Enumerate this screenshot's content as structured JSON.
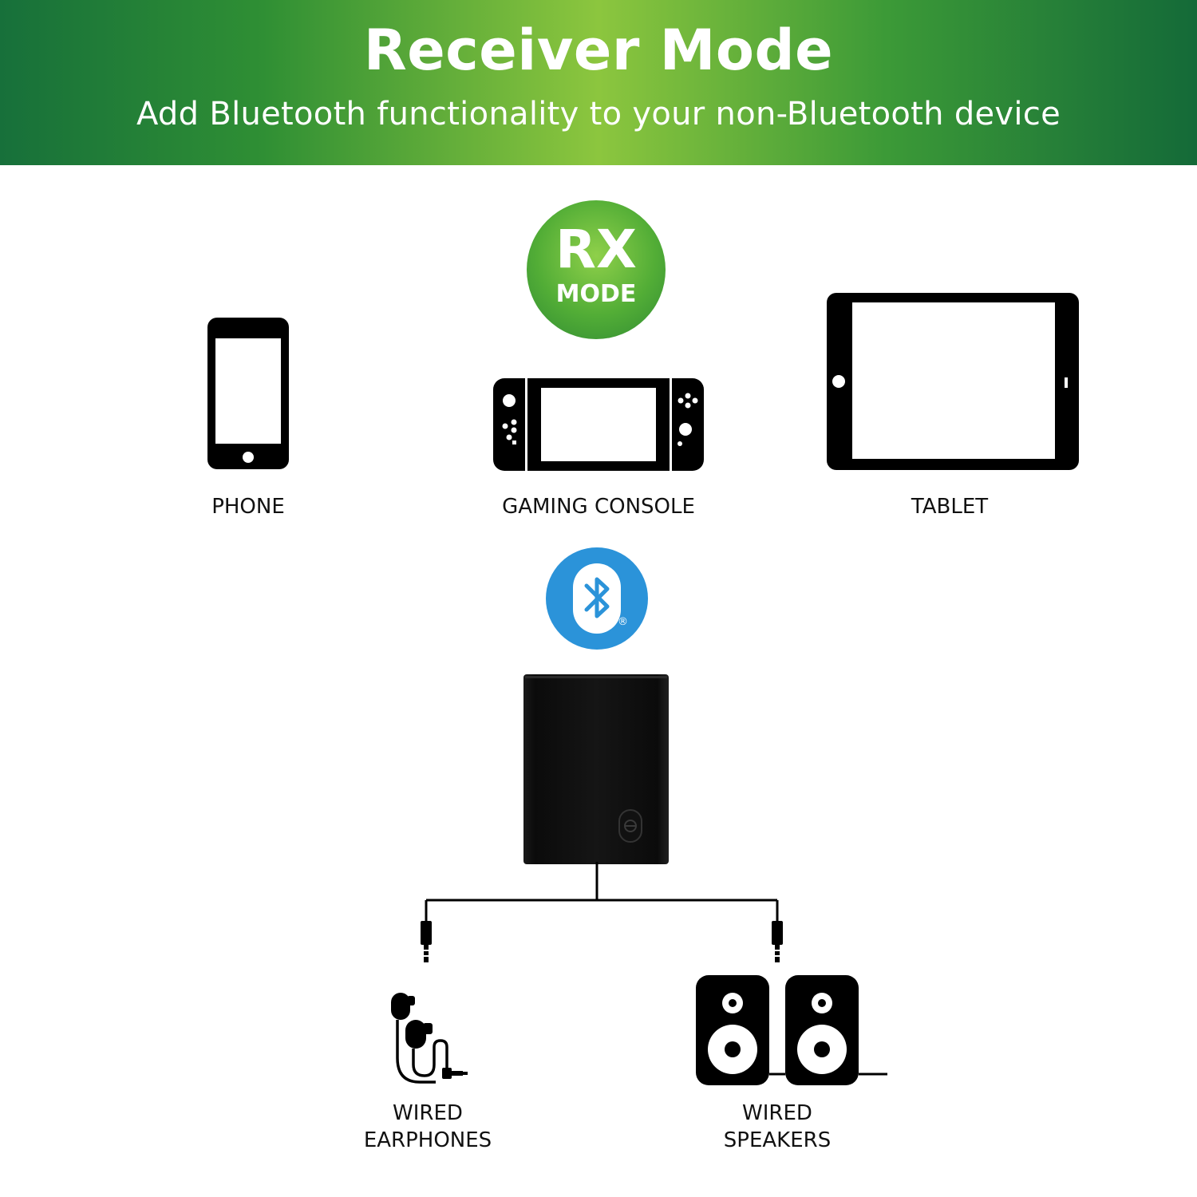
{
  "header": {
    "title": "Receiver Mode",
    "subtitle": "Add Bluetooth functionality to your non-Bluetooth device"
  },
  "badges": {
    "rx_main": "RX",
    "rx_sub": "MODE",
    "bluetooth_registered": "®"
  },
  "sources": [
    {
      "label": "PHONE",
      "icon": "phone-icon"
    },
    {
      "label": "GAMING CONSOLE",
      "icon": "gaming-console-icon"
    },
    {
      "label": "TABLET",
      "icon": "tablet-icon"
    }
  ],
  "outputs": [
    {
      "line1": "WIRED",
      "line2": "EARPHONES",
      "icon": "earphones-icon"
    },
    {
      "line1": "WIRED",
      "line2": "SPEAKERS",
      "icon": "speakers-icon"
    }
  ],
  "colors": {
    "banner_dark": "#17703a",
    "banner_light": "#8cc63e",
    "rx_green": "#52ad36",
    "bluetooth_blue": "#2b93d9",
    "ink": "#000000"
  }
}
